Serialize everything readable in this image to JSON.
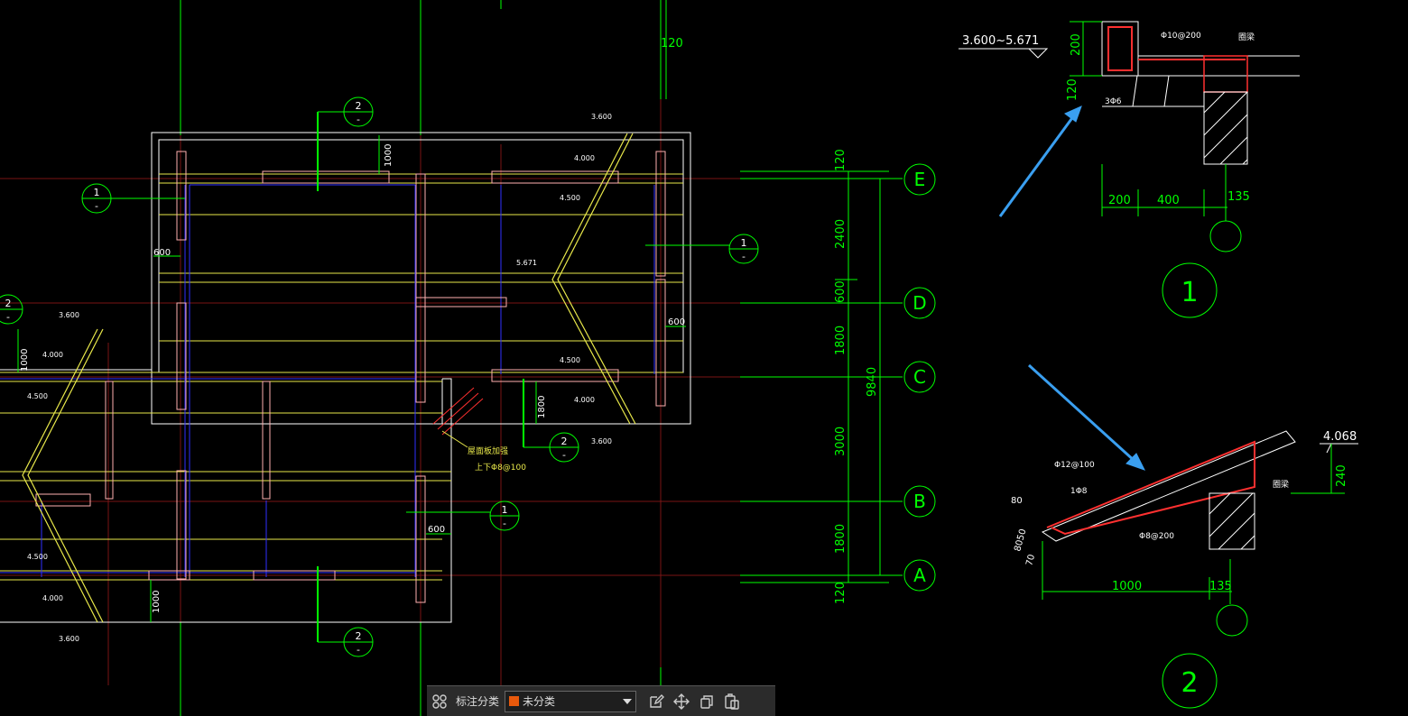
{
  "plan": {
    "dim_top": "120",
    "grid_labels": [
      "E",
      "D",
      "C",
      "B",
      "A"
    ],
    "dim_right": [
      "120",
      "2400",
      "600",
      "1800",
      "3000",
      "1800",
      "120"
    ],
    "dim_total": "9840",
    "section_markers": [
      {
        "num": "2",
        "sub": "-"
      },
      {
        "num": "1",
        "sub": "-"
      },
      {
        "num": "1",
        "sub": "-"
      },
      {
        "num": "2",
        "sub": "-"
      },
      {
        "num": "2",
        "sub": "-"
      },
      {
        "num": "1",
        "sub": "-"
      },
      {
        "num": "2",
        "sub": "-"
      }
    ],
    "dims_inner": [
      "1000",
      "600",
      "600",
      "1000",
      "1800",
      "600",
      "1000"
    ],
    "elevations": [
      "3.600",
      "4.000",
      "4.500",
      "5.671",
      "4.500",
      "4.000",
      "3.600",
      "3.600",
      "4.000",
      "4.500",
      "4.500",
      "4.000",
      "3.600"
    ],
    "note_line1": "屋面板加强",
    "note_line2": "上下Φ8@100"
  },
  "detail1": {
    "elev": "3.600~5.671",
    "dim_200": "200",
    "dim_120": "120",
    "rebar1": "Φ10@200",
    "rebar2": "3Φ6",
    "beam": "圈梁",
    "dims_bottom": [
      "200",
      "400",
      "135"
    ],
    "label": "1"
  },
  "detail2": {
    "elev": "4.068",
    "dim_240": "240",
    "rebar1": "Φ12@100",
    "rebar2": "1Φ8",
    "rebar3": "Φ8@200",
    "beam": "圈梁",
    "dim_80": "80",
    "dim_left": "8050",
    "dim_70": "70",
    "dims_bottom": [
      "1000",
      "135"
    ],
    "label": "2"
  },
  "toolbar": {
    "label": "标注分类",
    "select_value": "未分类",
    "swatch_color": "#e8590c"
  },
  "colors": {
    "green": "#00ff00",
    "white": "#ffffff",
    "yellow": "#ffff00",
    "red_axis": "#8b1a1a",
    "blue": "#3030ff",
    "pink": "#ffb0b0",
    "arrow": "#3a9ff0"
  }
}
